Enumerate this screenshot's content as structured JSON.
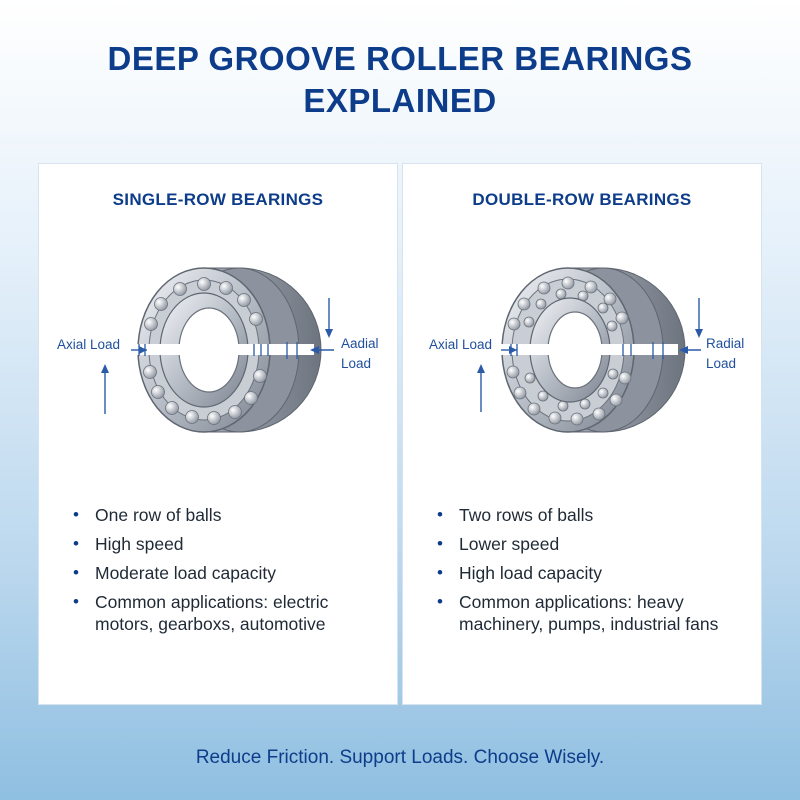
{
  "title": {
    "line1": "DEEP GROOVE ROLLER BEARINGS",
    "line2": "EXPLAINED"
  },
  "panels": [
    {
      "heading": "SINGLE-ROW BEARINGS",
      "axial_label": "Axial Load",
      "radial_label_line1": "Aadial",
      "radial_label_line2": "Load",
      "features": [
        "One row of balls",
        "High speed",
        "Moderate load capacity",
        "Common applications: electric motors, gearboxs, automotive"
      ]
    },
    {
      "heading": "DOUBLE-ROW BEARINGS",
      "axial_label": "Axial Load",
      "radial_label_line1": "Radial",
      "radial_label_line2": "Load",
      "features": [
        "Two rows of balls",
        "Lower speed",
        "High load capacity",
        "Common applications: heavy machinery, pumps, industrial fans"
      ]
    }
  ],
  "footer": "Reduce Friction. Support Loads. Choose Wisely.",
  "colors": {
    "title": "#0d3d8a",
    "arrow": "#2a5aa8",
    "steel_light": "#e4e7ec",
    "steel_dark": "#8a919c"
  }
}
